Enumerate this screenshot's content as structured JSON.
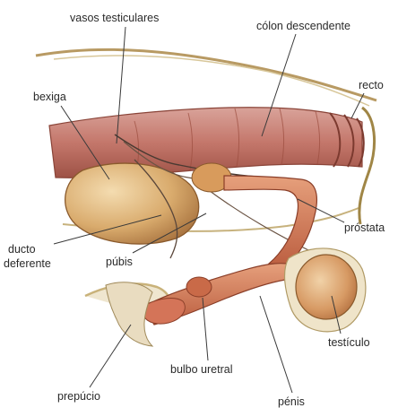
{
  "labels": {
    "vasos_testiculares": "vasos testiculares",
    "colon_descendente": "cólon descendente",
    "recto": "recto",
    "bexiga": "bexiga",
    "prostata": "próstata",
    "ducto_deferente_1": "ducto",
    "ducto_deferente_2": "deferente",
    "pubis": "púbis",
    "testiculo": "testículo",
    "bulbo_uretral": "bulbo uretral",
    "prepucio": "prepúcio",
    "penis": "pénis"
  }
}
